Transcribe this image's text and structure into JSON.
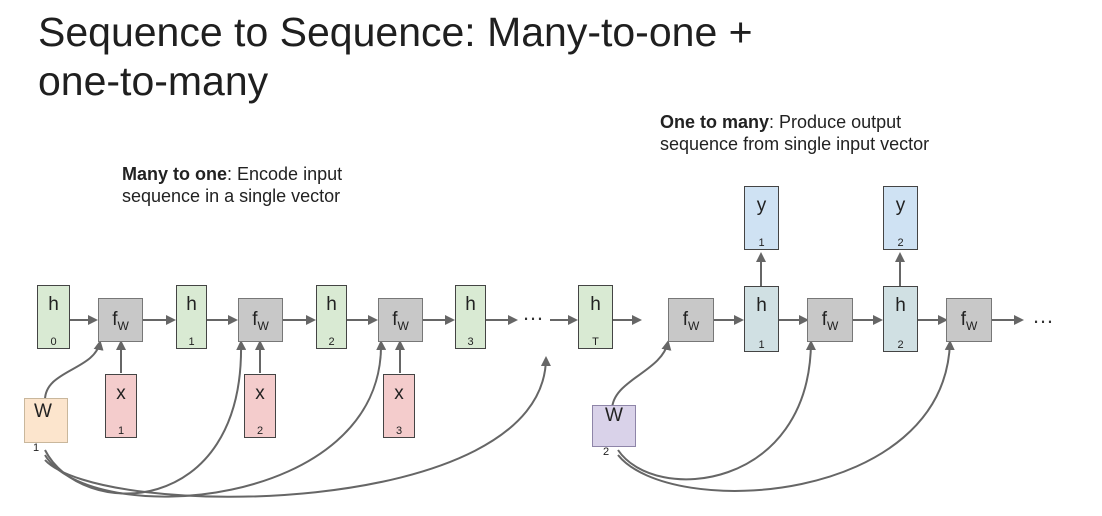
{
  "slide": {
    "title_line1": "Sequence to Sequence: Many-to-one +",
    "title_line2": "one-to-many"
  },
  "many_to_one": {
    "heading": "Many to one",
    "text_line1": ": Encode input",
    "text_line2": "sequence in a single vector"
  },
  "one_to_many": {
    "heading": "One to many",
    "text_line1": ": Produce output",
    "text_line2": "sequence from single input vector"
  },
  "encoder": {
    "hidden_states": [
      {
        "label": "h",
        "sub": "0"
      },
      {
        "label": "h",
        "sub": "1"
      },
      {
        "label": "h",
        "sub": "2"
      },
      {
        "label": "h",
        "sub": "3"
      },
      {
        "label": "h",
        "sub": "T"
      }
    ],
    "inputs": [
      {
        "label": "x",
        "sub": "1"
      },
      {
        "label": "x",
        "sub": "2"
      },
      {
        "label": "x",
        "sub": "3"
      }
    ],
    "function": {
      "label": "f",
      "sub": "W"
    },
    "weight": {
      "label": "W",
      "sub": "1"
    },
    "ellipsis": "…"
  },
  "decoder": {
    "hidden_states": [
      {
        "label": "h",
        "sub": "1"
      },
      {
        "label": "h",
        "sub": "2"
      }
    ],
    "outputs": [
      {
        "label": "y",
        "sub": "1"
      },
      {
        "label": "y",
        "sub": "2"
      }
    ],
    "function": {
      "label": "f",
      "sub": "W"
    },
    "weight": {
      "label": "W",
      "sub": "2"
    },
    "ellipsis": "…"
  },
  "colors": {
    "hidden_encoder": "#d9ead3",
    "input": "#f4cccc",
    "function": "#c8c8c8",
    "output": "#cfe2f3",
    "hidden_decoder": "#d0e0e3",
    "weight1": "#fce5cd",
    "weight2": "#d9d2e9",
    "arrow": "#666666"
  }
}
